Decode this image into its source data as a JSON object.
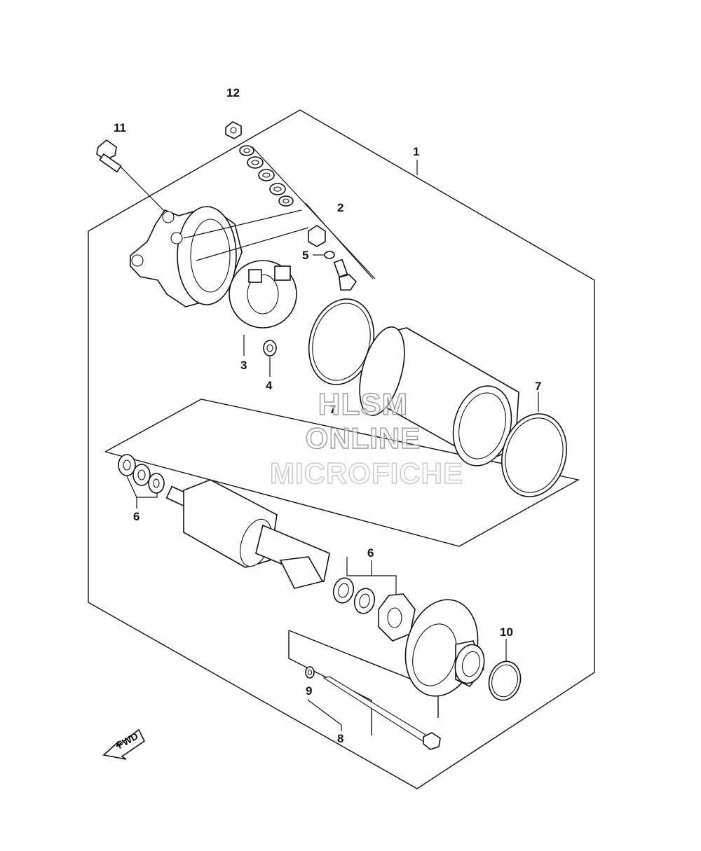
{
  "callouts": {
    "c1": "1",
    "c2": "2",
    "c3": "3",
    "c4": "4",
    "c5": "5",
    "c6a": "6",
    "c6b": "6",
    "c7a": "7",
    "c7b": "7",
    "c8": "8",
    "c9": "9",
    "c10": "10",
    "c11": "11",
    "c12": "12"
  },
  "watermark": {
    "line1": "HLSM",
    "line2": "ONLINE",
    "line3": "MICROFICHE"
  },
  "direction_marker": {
    "label": "FWD"
  },
  "colors": {
    "line": "#111111",
    "background": "#ffffff",
    "watermark_stroke": "#9a9a9a"
  }
}
